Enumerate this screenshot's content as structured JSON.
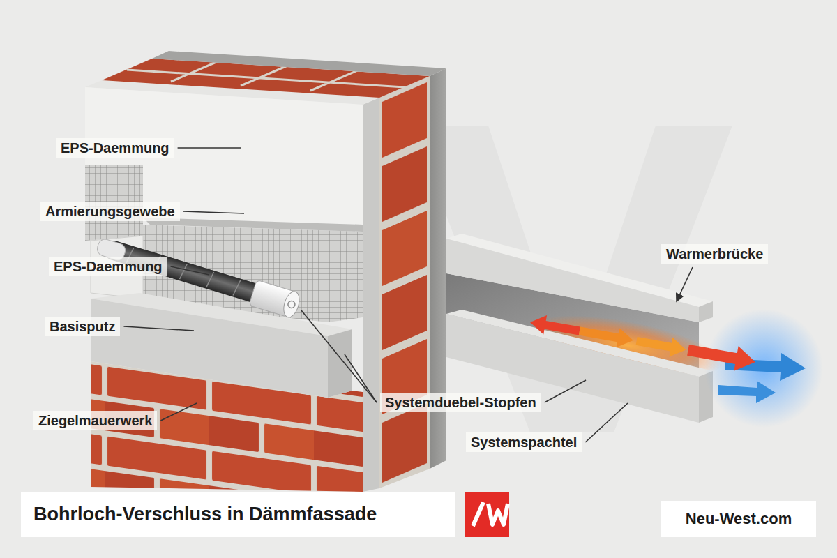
{
  "diagram": {
    "title": "Bohrloch-Verschluss in Dämmfassade",
    "nodes": [
      {
        "text": [
          "Neu-West.com"
        ]
      }
    ],
    "labels": [
      "EPS-Daemmung",
      "Armierungsgewebe",
      "Warmerbrücke",
      "EPS-Daemmung",
      "Basisputz",
      "Systemduebel-Stopfen",
      "Ziegelmauerwerk",
      "Systemspachtel"
    ]
  }
}
